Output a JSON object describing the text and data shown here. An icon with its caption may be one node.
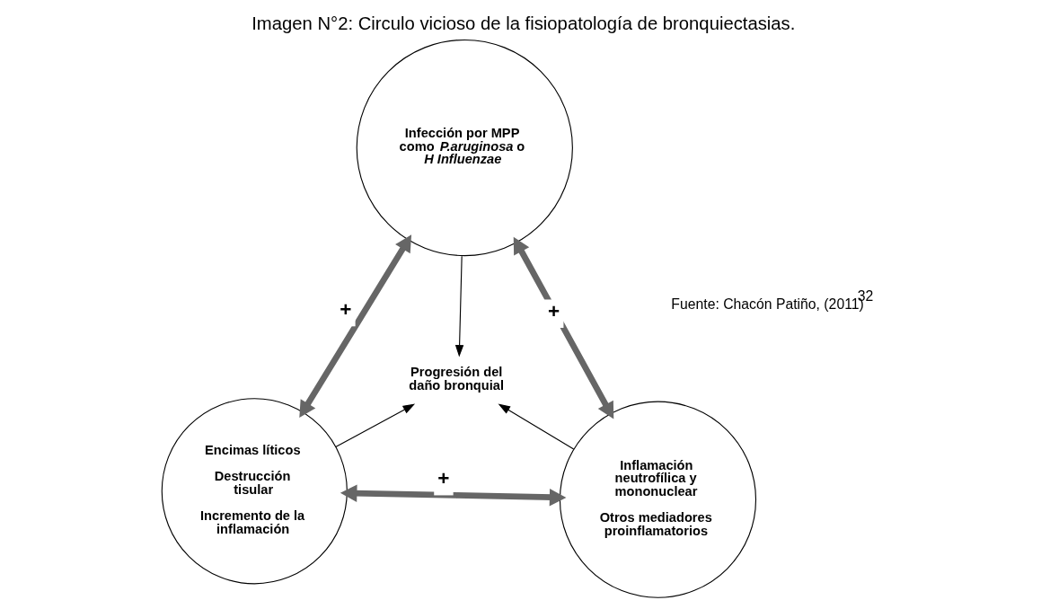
{
  "diagram": {
    "title": "Imagen N°2: Circulo vicioso de la fisiopatología de bronquiectasias.",
    "caption": "Fuente: Chacón Patiño, (2011)$^{32}$",
    "nodes": [
      {
        "text": [
          "Infección por MPP como *P.aruginosa* o *H Influenzae*"
        ]
      },
      {
        "text": [
          "Progresión del daño bronquial"
        ]
      },
      {
        "text": [
          "Inflamación neutrofílica y mononuclear",
          "Otros mediadores proinflamatorios"
        ]
      },
      {
        "text": [
          "Encimas líticos",
          "Destrucción tisular",
          "Incremento de la inflamación"
        ]
      }
    ],
    "edges": [
      {
        "from": 0,
        "to": 1,
        "arrow": "to"
      },
      {
        "from": 0,
        "to": 2,
        "arrow": "both",
        "style": "thick",
        "color": "#666666",
        "label": "+"
      },
      {
        "from": 0,
        "to": 3,
        "arrow": "both",
        "style": "thick",
        "color": "#666666",
        "label": "+"
      },
      {
        "from": 2,
        "to": 1,
        "arrow": "to"
      },
      {
        "from": 3,
        "to": 1,
        "arrow": "to"
      },
      {
        "from": 2,
        "to": 3,
        "arrow": "both",
        "style": "thick",
        "color": "#666666",
        "label": "+"
      }
    ]
  }
}
